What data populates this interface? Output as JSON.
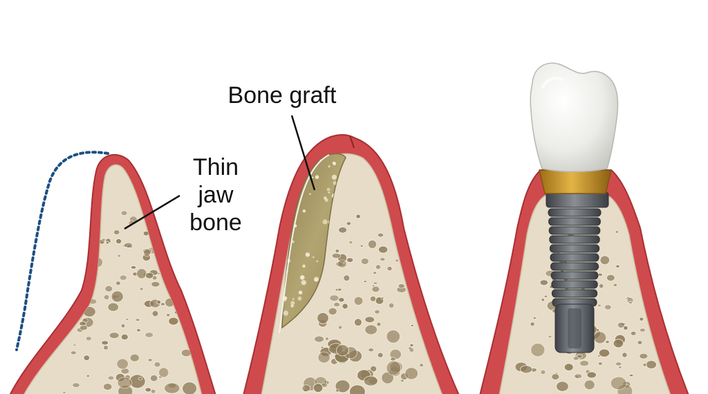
{
  "labels": {
    "bone_graft": "Bone graft",
    "thin_jaw_bone": [
      "Thin",
      "jaw",
      "bone"
    ]
  },
  "colors": {
    "gum": "#cf4a4c",
    "gum_dark": "#a92f33",
    "bone": "#e6dcc7",
    "bone_pore": "#8e7b5a",
    "graft": "#a99a68",
    "graft_speck": "#f4ecd0",
    "crown": "#efefeb",
    "abutment": "#cf9a2a",
    "implant": "#5d6166",
    "dotted_outline": "#1d4f82",
    "label_text": "#111111"
  },
  "icons": [
    "tooth-crown-icon",
    "dental-implant-icon"
  ]
}
